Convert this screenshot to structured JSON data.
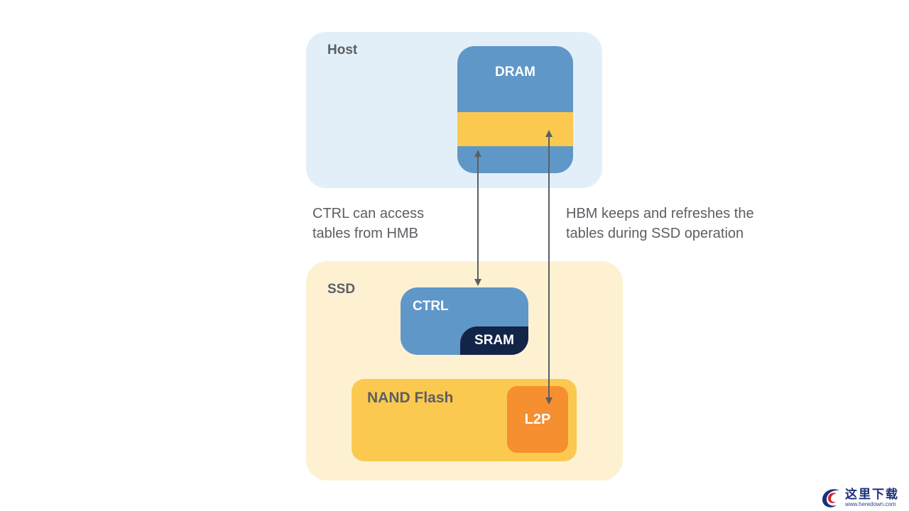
{
  "host": {
    "label": "Host"
  },
  "dram": {
    "label": "DRAM"
  },
  "ssd": {
    "label": "SSD"
  },
  "ctrl": {
    "label": "CTRL"
  },
  "sram": {
    "label": "SRAM"
  },
  "nand": {
    "label": "NAND Flash"
  },
  "l2p": {
    "label": "L2P"
  },
  "captions": {
    "left": [
      "CTRL can access",
      "tables from HMB"
    ],
    "right": [
      "HBM keeps and refreshes the",
      "tables during SSD operation"
    ]
  },
  "watermark": {
    "text": "这里下载",
    "url": "www.heredown.com"
  },
  "colors": {
    "host_bg": "#e3eff8",
    "ssd_bg": "#fdf1d2",
    "blue": "#5f97c8",
    "yellow": "#fbc94f",
    "navy": "#122448",
    "orange": "#f58f2f",
    "text_gray": "#5b5f63",
    "arrow": "#5b5f63"
  }
}
